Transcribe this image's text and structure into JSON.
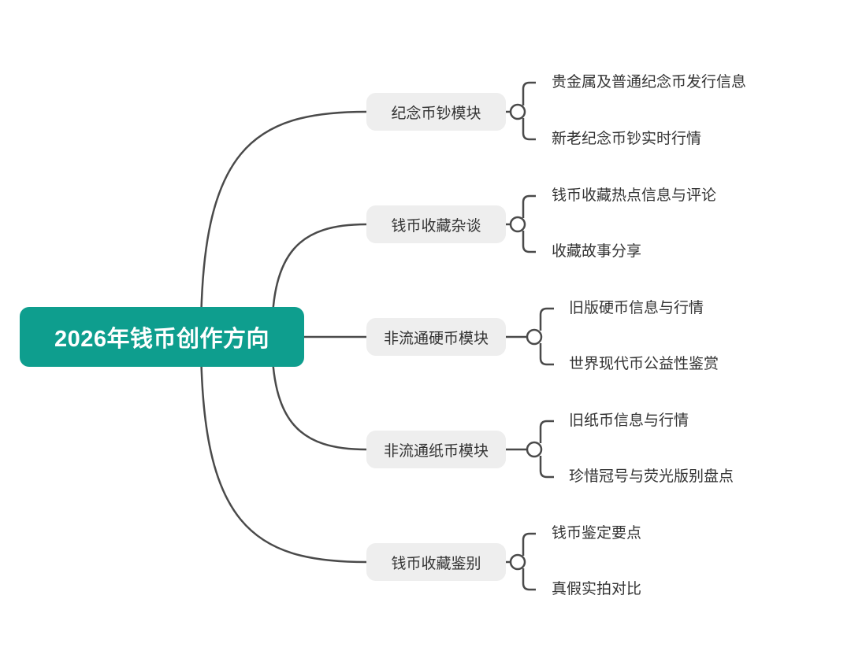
{
  "root": {
    "title": "2026年钱币创作方向",
    "color": "#0E9E8E"
  },
  "branches": [
    {
      "label": "纪念币钞模块",
      "leaves": [
        "贵金属及普通纪念币发行信息",
        "新老纪念币钞实时行情"
      ]
    },
    {
      "label": "钱币收藏杂谈",
      "leaves": [
        "钱币收藏热点信息与评论",
        "收藏故事分享"
      ]
    },
    {
      "label": "非流通硬币模块",
      "leaves": [
        "旧版硬币信息与行情",
        "世界现代币公益性鉴赏"
      ]
    },
    {
      "label": "非流通纸币模块",
      "leaves": [
        "旧纸币信息与行情",
        "珍惜冠号与荧光版别盘点"
      ]
    },
    {
      "label": "钱币收藏鉴别",
      "leaves": [
        "钱币鉴定要点",
        "真假实拍对比"
      ]
    }
  ]
}
